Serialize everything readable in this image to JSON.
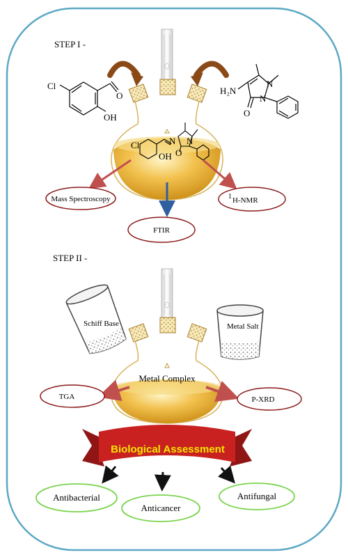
{
  "step1": {
    "label": "STEP I -",
    "reactant1_substituents": {
      "cl": "Cl",
      "oh": "OH",
      "o": "O"
    },
    "reactant2_substituents": {
      "nh2": "H₂N",
      "n1": "N",
      "n2": "N",
      "o": "O"
    },
    "product_substituents": {
      "cl": "Cl",
      "oh": "OH",
      "n": "N",
      "o": "O",
      "n2": "N"
    },
    "techniques": {
      "mass": "Mass Spectroscopy",
      "ftir": "FTIR",
      "nmr_sup": "1",
      "nmr": "H-NMR"
    }
  },
  "step2": {
    "label": "STEP II -",
    "beaker_left": "Schiff Base",
    "beaker_right": "Metal Salt",
    "flask_label": "Metal Complex",
    "techniques": {
      "tga": "TGA",
      "pxrd": "P-XRD"
    },
    "banner": "Biological Assessment",
    "assays": [
      "Antibacterial",
      "Anticancer",
      "Antifungal"
    ]
  },
  "colors": {
    "frame": "#5ba8c4",
    "flask_gold": "#f2c14e",
    "arrow_brown": "#8a4a17",
    "arrow_red": "#c0504d",
    "arrow_blue": "#2f5f9e",
    "oval_red": "#8b1a1a",
    "oval_green": "#7bd44f",
    "banner_red": "#c8211f"
  }
}
